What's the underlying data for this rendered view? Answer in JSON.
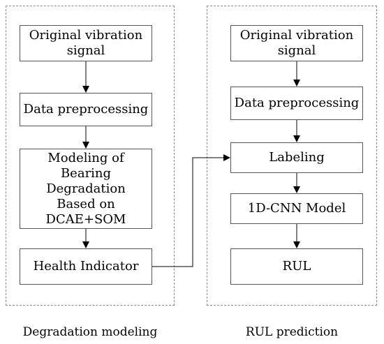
{
  "left_panel": {
    "caption": "Degradation modeling",
    "boxes": {
      "original_signal": "Original vibration signal",
      "preprocessing": "Data preprocessing",
      "modeling": "Modeling of Bearing Degradation Based on DCAE+SOM",
      "health_indicator": "Health Indicator"
    }
  },
  "right_panel": {
    "caption": "RUL prediction",
    "boxes": {
      "original_signal": "Original vibration signal",
      "preprocessing": "Data preprocessing",
      "labeling": "Labeling",
      "model": "1D-CNN Model",
      "rul": "RUL"
    }
  },
  "colors": {
    "border": "#555555",
    "panel_border": "#8a8a8a",
    "arrow": "#000000"
  }
}
